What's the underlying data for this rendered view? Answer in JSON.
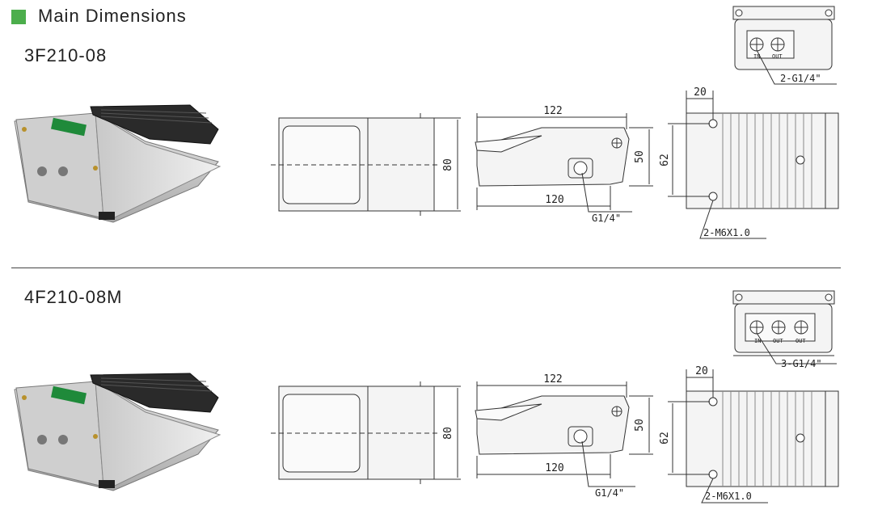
{
  "header": {
    "title": "Main Dimensions",
    "accent_color": "#4cae4c"
  },
  "sections": [
    {
      "model": "3F210-08",
      "dims": {
        "overall_length": "122",
        "base_length": "120",
        "height": "50",
        "width": "80",
        "mount_offset": "20",
        "mount_spacing": "62",
        "thread": "G1/4\"",
        "mount_holes": "2-M6X1.0",
        "ports_callout": "2-G1/4\"",
        "port_labels": [
          "IN",
          "OUT"
        ]
      }
    },
    {
      "model": "4F210-08M",
      "dims": {
        "overall_length": "122",
        "base_length": "120",
        "height": "50",
        "width": "80",
        "mount_offset": "20",
        "mount_spacing": "62",
        "thread": "G1/4\"",
        "mount_holes": "2-M6X1.0",
        "ports_callout": "3-G1/4\"",
        "port_labels": [
          "IN",
          "OUT",
          "OUT"
        ]
      }
    }
  ]
}
